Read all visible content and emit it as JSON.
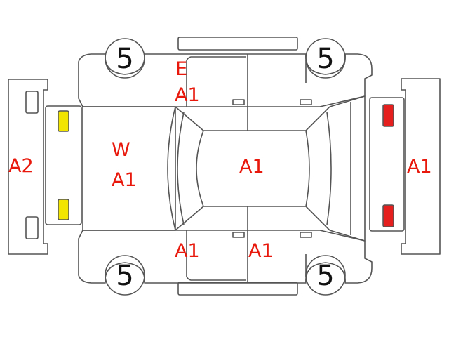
{
  "tires": {
    "front_left": "5",
    "rear_left": "5",
    "front_right": "5",
    "rear_right": "5"
  },
  "damage_labels": {
    "front_bumper": "A2",
    "hood_line1": "W",
    "hood_line2": "A1",
    "fender_top_line1": "E",
    "fender_top_line2": "A1",
    "roof": "A1",
    "rear_bumper": "A1",
    "front_door_bottom": "A1",
    "rear_door_bottom": "A1"
  },
  "colors": {
    "label": "#e8190c",
    "outline": "#555555",
    "headlight": "#f2e600",
    "taillight": "#e51e1e"
  }
}
